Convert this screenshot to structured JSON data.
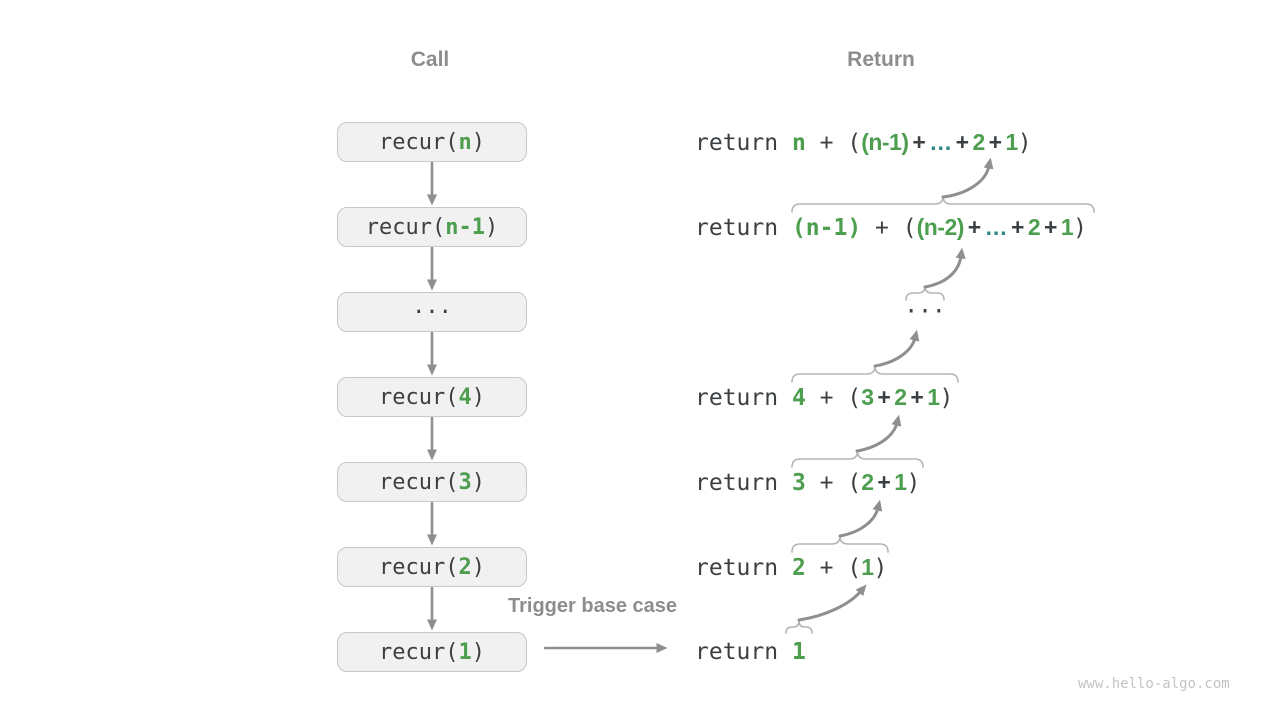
{
  "headers": {
    "call": "Call",
    "return": "Return"
  },
  "boxes": {
    "b1": [
      {
        "t": "recur(",
        "c": "mono dark"
      },
      {
        "t": "n",
        "c": "mono green"
      },
      {
        "t": ")",
        "c": "mono dark"
      }
    ],
    "b2": [
      {
        "t": "recur(",
        "c": "mono dark"
      },
      {
        "t": "n-1",
        "c": "mono green"
      },
      {
        "t": ")",
        "c": "mono dark"
      }
    ],
    "b3": [
      {
        "t": "···",
        "c": "mono dark"
      }
    ],
    "b4": [
      {
        "t": "recur(",
        "c": "mono dark"
      },
      {
        "t": "4",
        "c": "mono green"
      },
      {
        "t": ")",
        "c": "mono dark"
      }
    ],
    "b5": [
      {
        "t": "recur(",
        "c": "mono dark"
      },
      {
        "t": "3",
        "c": "mono green"
      },
      {
        "t": ")",
        "c": "mono dark"
      }
    ],
    "b6": [
      {
        "t": "recur(",
        "c": "mono dark"
      },
      {
        "t": "2",
        "c": "mono green"
      },
      {
        "t": ")",
        "c": "mono dark"
      }
    ],
    "b7": [
      {
        "t": "recur(",
        "c": "mono dark"
      },
      {
        "t": "1",
        "c": "mono green"
      },
      {
        "t": ")",
        "c": "mono dark"
      }
    ]
  },
  "returns": {
    "l1": [
      {
        "t": "return ",
        "c": "mono dark"
      },
      {
        "t": "n",
        "c": "mono green"
      },
      {
        "t": " + (",
        "c": "mono dark"
      },
      {
        "t": "(n-1)",
        "c": "sans green"
      },
      {
        "t": " + ",
        "c": "sans dark"
      },
      {
        "t": "…",
        "c": "sans teal"
      },
      {
        "t": " + ",
        "c": "sans dark"
      },
      {
        "t": "2",
        "c": "sans green"
      },
      {
        "t": " + ",
        "c": "sans dark"
      },
      {
        "t": "1",
        "c": "sans green"
      },
      {
        "t": ")",
        "c": "mono dark"
      }
    ],
    "l2": [
      {
        "t": "return ",
        "c": "mono dark"
      },
      {
        "t": "(n-1)",
        "c": "mono green"
      },
      {
        "t": " + (",
        "c": "mono dark"
      },
      {
        "t": "(n-2)",
        "c": "sans green"
      },
      {
        "t": " + ",
        "c": "sans dark"
      },
      {
        "t": "…",
        "c": "sans teal"
      },
      {
        "t": " + ",
        "c": "sans dark"
      },
      {
        "t": "2",
        "c": "sans green"
      },
      {
        "t": " + ",
        "c": "sans dark"
      },
      {
        "t": "1",
        "c": "sans green"
      },
      {
        "t": ")",
        "c": "mono dark"
      }
    ],
    "l3": [
      {
        "t": "···",
        "c": "mono dark"
      }
    ],
    "l4": [
      {
        "t": "return ",
        "c": "mono dark"
      },
      {
        "t": "4",
        "c": "mono green"
      },
      {
        "t": " + (",
        "c": "mono dark"
      },
      {
        "t": "3",
        "c": "sans green"
      },
      {
        "t": " + ",
        "c": "sans dark"
      },
      {
        "t": "2",
        "c": "sans green"
      },
      {
        "t": " + ",
        "c": "sans dark"
      },
      {
        "t": "1",
        "c": "sans green"
      },
      {
        "t": ")",
        "c": "mono dark"
      }
    ],
    "l5": [
      {
        "t": "return ",
        "c": "mono dark"
      },
      {
        "t": "3",
        "c": "mono green"
      },
      {
        "t": " + (",
        "c": "mono dark"
      },
      {
        "t": "2",
        "c": "sans green"
      },
      {
        "t": " + ",
        "c": "sans dark"
      },
      {
        "t": "1",
        "c": "sans green"
      },
      {
        "t": ")",
        "c": "mono dark"
      }
    ],
    "l6": [
      {
        "t": "return ",
        "c": "mono dark"
      },
      {
        "t": "2",
        "c": "mono green"
      },
      {
        "t": " + (",
        "c": "mono dark"
      },
      {
        "t": "1",
        "c": "sans green"
      },
      {
        "t": ")",
        "c": "mono dark"
      }
    ],
    "l7": [
      {
        "t": "return ",
        "c": "mono dark"
      },
      {
        "t": "1",
        "c": "mono green"
      }
    ]
  },
  "labels": {
    "trigger": "Trigger base case",
    "watermark": "www.hello-algo.com"
  },
  "colors": {
    "text_dark": "#3c4043",
    "accent_green": "#4e9e50",
    "accent_teal": "#2e8688",
    "gray_label": "#8d8d8d",
    "arrow_gray": "#8f8f8f",
    "brace_gray": "#b5b5b5",
    "box_fill": "#f1f1f1",
    "box_border": "#c7c7c7",
    "watermark_gray": "#c4c4c4"
  }
}
